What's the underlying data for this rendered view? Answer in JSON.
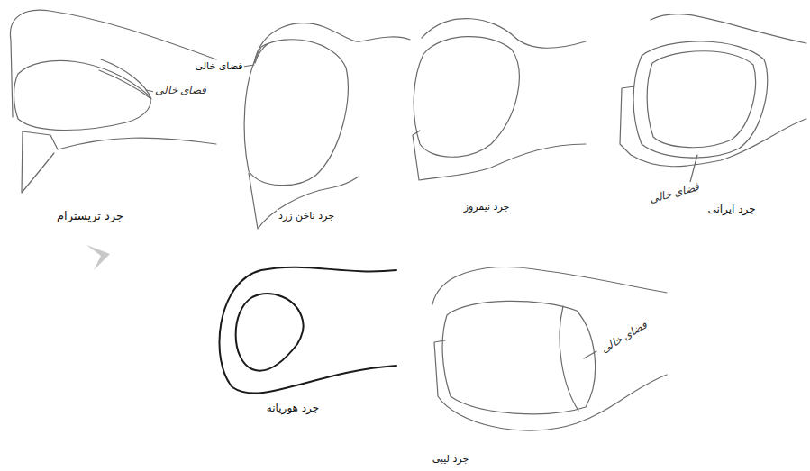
{
  "diagram": {
    "labels": [
      "فضای خالی",
      "جرد تریسترام",
      "فضای خالی",
      "جرد ناخن زرد",
      "جرد نیمروز",
      "فضای خالی",
      "جرد ایرانی",
      "جرد هوریانه",
      "فضای خالی",
      "جرد لیبی"
    ]
  }
}
